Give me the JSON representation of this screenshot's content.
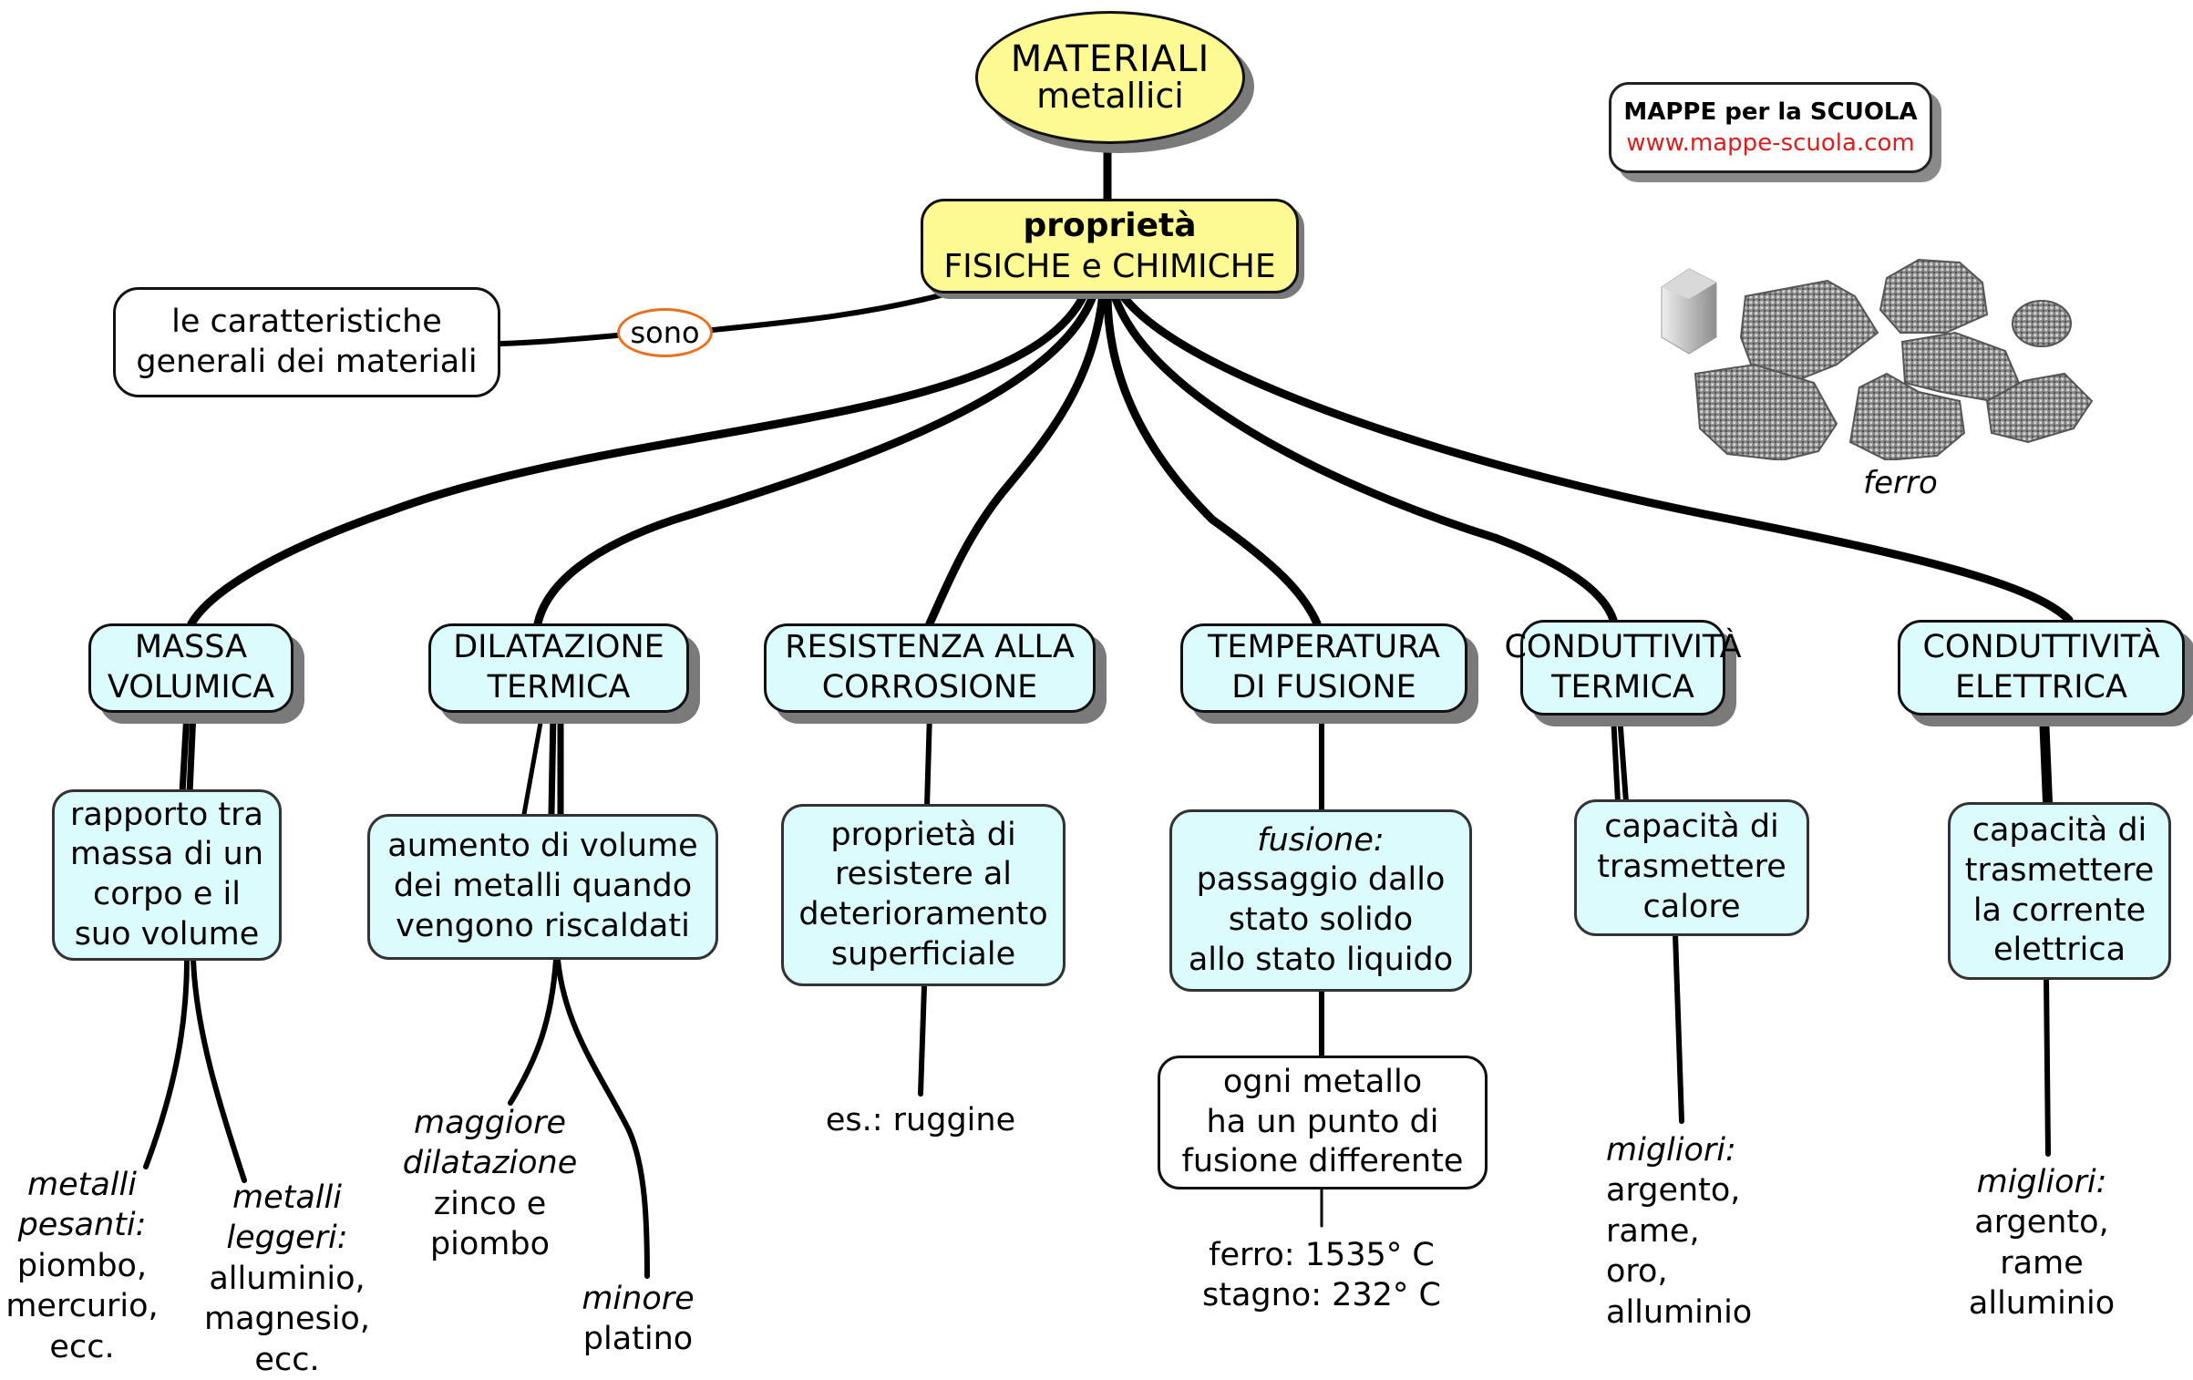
{
  "title": {
    "line1": "MATERIALI",
    "line2": "metallici"
  },
  "brand": {
    "name": "MAPPE per la SCUOLA",
    "url": "www.mappe-scuola.com",
    "url_color": "#d81e1e"
  },
  "hub": {
    "line1": "proprietà",
    "line2": "FISICHE e CHIMICHE"
  },
  "definition": {
    "link_label": "sono",
    "line1": "le caratteristiche",
    "line2": "generali dei materiali"
  },
  "image": {
    "icon": "iron-pieces-photo",
    "caption": "ferro"
  },
  "colors": {
    "category_fill": "#dcfbfd",
    "hub_fill": "#fdf993",
    "link_label_border": "#e8711f",
    "shadow": "#7a7a7a"
  },
  "categories": [
    {
      "title1": "MASSA",
      "title2": "VOLUMICA",
      "definition": [
        "rapporto tra",
        "massa di un",
        "corpo e il",
        "suo volume"
      ],
      "examples": [
        {
          "heading": "metalli pesanti:",
          "h1": "metalli",
          "h2": "pesanti:",
          "lines": [
            "piombo,",
            "mercurio,",
            "ecc."
          ]
        },
        {
          "heading": "metalli leggeri:",
          "h1": "metalli",
          "h2": "leggeri:",
          "lines": [
            "alluminio,",
            "magnesio,",
            "ecc."
          ]
        }
      ]
    },
    {
      "title1": "DILATAZIONE",
      "title2": "TERMICA",
      "definition": [
        "aumento di volume",
        "dei metalli quando",
        "vengono riscaldati"
      ],
      "examples": [
        {
          "h1": "maggiore",
          "h2": "dilatazione",
          "lines": [
            "zinco e",
            "piombo"
          ]
        },
        {
          "h1": "minore",
          "lines": [
            "platino"
          ]
        }
      ]
    },
    {
      "title1": "RESISTENZA ALLA",
      "title2": "CORROSIONE",
      "definition": [
        "proprietà di",
        "resistere al",
        "deterioramento",
        "superficiale"
      ],
      "example": "es.: ruggine"
    },
    {
      "title1": "TEMPERATURA",
      "title2": "DI FUSIONE",
      "definition_italic": "fusione:",
      "definition": [
        "passaggio dallo",
        "stato solido",
        "allo stato liquido"
      ],
      "note": [
        "ogni metallo",
        "ha un punto di",
        "fusione differente"
      ],
      "values": [
        {
          "metal": "ferro",
          "temp": "1535° C",
          "text": "ferro: 1535° C"
        },
        {
          "metal": "stagno",
          "temp": "232° C",
          "text": "stagno: 232° C"
        }
      ]
    },
    {
      "title1": "CONDUTTIVITÀ",
      "title2": "TERMICA",
      "definition": [
        "capacità di",
        "trasmettere",
        "calore"
      ],
      "best_heading": "migliori:",
      "best": [
        "argento,",
        "rame,",
        "oro,",
        "alluminio"
      ]
    },
    {
      "title1": "CONDUTTIVITÀ",
      "title2": "ELETTRICA",
      "definition": [
        "capacità di",
        "trasmettere",
        "la corrente",
        "elettrica"
      ],
      "best_heading": "migliori:",
      "best": [
        "argento,",
        "rame",
        "alluminio"
      ]
    }
  ]
}
